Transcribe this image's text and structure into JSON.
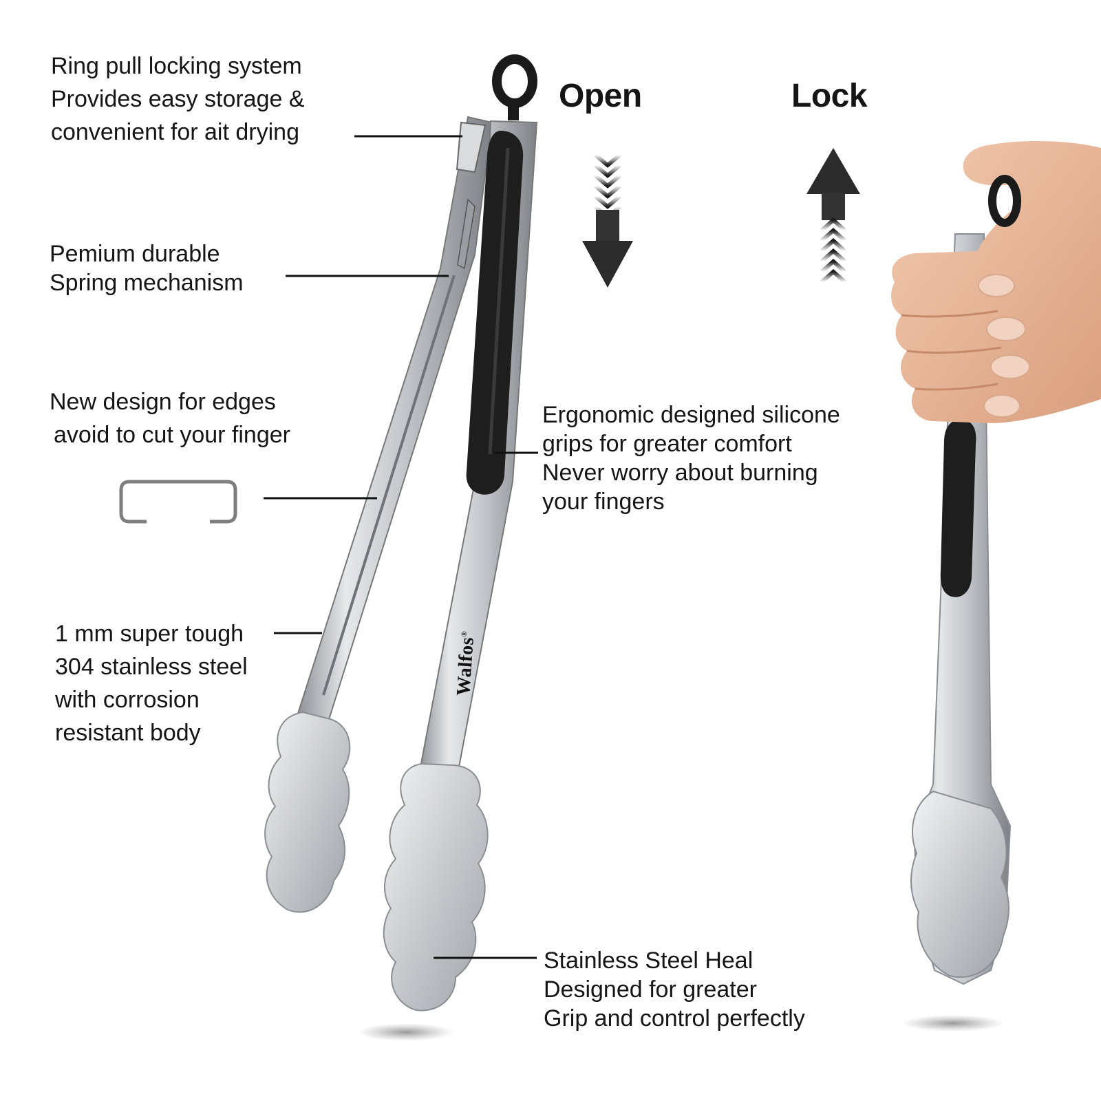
{
  "callouts": {
    "ring_pull": [
      "Ring pull locking system",
      "Provides easy storage &",
      "convenient for ait drying"
    ],
    "spring": [
      "Pemium durable",
      "Spring mechanism"
    ],
    "edges": [
      "New design for edges",
      "avoid to cut your  finger"
    ],
    "steel": [
      "1 mm super tough",
      "304 stainless steel",
      "with corrosion",
      "resistant body"
    ],
    "grips": [
      "Ergonomic designed silicone",
      "grips for greater comfort",
      "Never worry about burning",
      "your fingers"
    ],
    "heal": [
      "Stainless Steel Heal",
      "Designed for greater",
      "Grip and control perfectly"
    ]
  },
  "modes": {
    "open_label": "Open",
    "lock_label": "Lock"
  },
  "brand": {
    "name": "Walfos",
    "mark": "®"
  },
  "icons": {
    "open_arrow": "arrow-down-icon",
    "lock_arrow": "arrow-up-icon",
    "edge_profile": "edge-profile-icon"
  },
  "colors": {
    "steel": "#c9ccd0",
    "silicone": "#1e1e1e",
    "text": "#151515",
    "skin": "#eab89a"
  }
}
